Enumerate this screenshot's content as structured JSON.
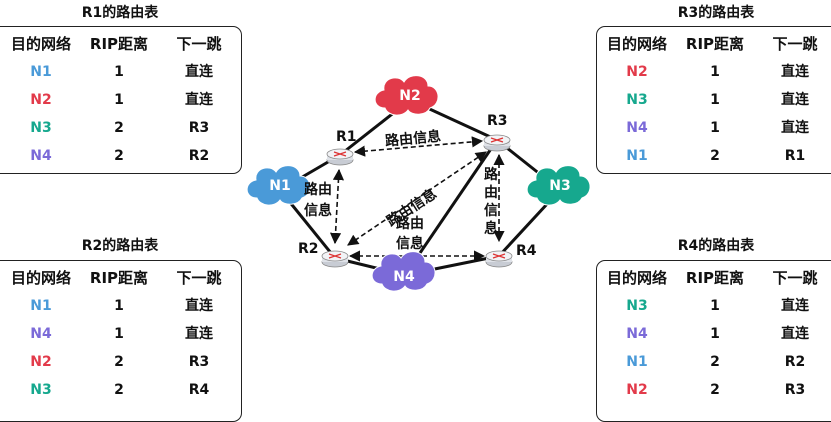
{
  "colors": {
    "N1": "#4a9ad8",
    "N2": "#e23a4a",
    "N3": "#16a88e",
    "N4": "#7b6ad8",
    "text": "#111111"
  },
  "headers": {
    "dest": "目的网络",
    "dist": "RIP距离",
    "next": "下一跳"
  },
  "tables": {
    "R1": {
      "title": "R1的路由表",
      "rows": [
        {
          "dest": "N1",
          "dist": "1",
          "next": "直连"
        },
        {
          "dest": "N2",
          "dist": "1",
          "next": "直连"
        },
        {
          "dest": "N3",
          "dist": "2",
          "next": "R3"
        },
        {
          "dest": "N4",
          "dist": "2",
          "next": "R2"
        }
      ]
    },
    "R2": {
      "title": "R2的路由表",
      "rows": [
        {
          "dest": "N1",
          "dist": "1",
          "next": "直连"
        },
        {
          "dest": "N4",
          "dist": "1",
          "next": "直连"
        },
        {
          "dest": "N2",
          "dist": "2",
          "next": "R3"
        },
        {
          "dest": "N3",
          "dist": "2",
          "next": "R4"
        }
      ]
    },
    "R3": {
      "title": "R3的路由表",
      "rows": [
        {
          "dest": "N2",
          "dist": "1",
          "next": "直连"
        },
        {
          "dest": "N3",
          "dist": "1",
          "next": "直连"
        },
        {
          "dest": "N4",
          "dist": "1",
          "next": "直连"
        },
        {
          "dest": "N1",
          "dist": "2",
          "next": "R1"
        }
      ]
    },
    "R4": {
      "title": "R4的路由表",
      "rows": [
        {
          "dest": "N3",
          "dist": "1",
          "next": "直连"
        },
        {
          "dest": "N4",
          "dist": "1",
          "next": "直连"
        },
        {
          "dest": "N1",
          "dist": "2",
          "next": "R2"
        },
        {
          "dest": "N2",
          "dist": "2",
          "next": "R3"
        }
      ]
    }
  },
  "diagram": {
    "routers": {
      "R1": "R1",
      "R2": "R2",
      "R3": "R3",
      "R4": "R4"
    },
    "networks": {
      "N1": "N1",
      "N2": "N2",
      "N3": "N3",
      "N4": "N4"
    },
    "labels": {
      "r1_r3": "路由信息",
      "r1_r2_line1": "路由",
      "r1_r2_line2": "信息",
      "r3_r2_diag": "路由信息",
      "r2_r3_line1": "路由",
      "r2_r3_line2": "信息",
      "r3_r4_chars": [
        "路",
        "由",
        "信",
        "息"
      ]
    }
  }
}
